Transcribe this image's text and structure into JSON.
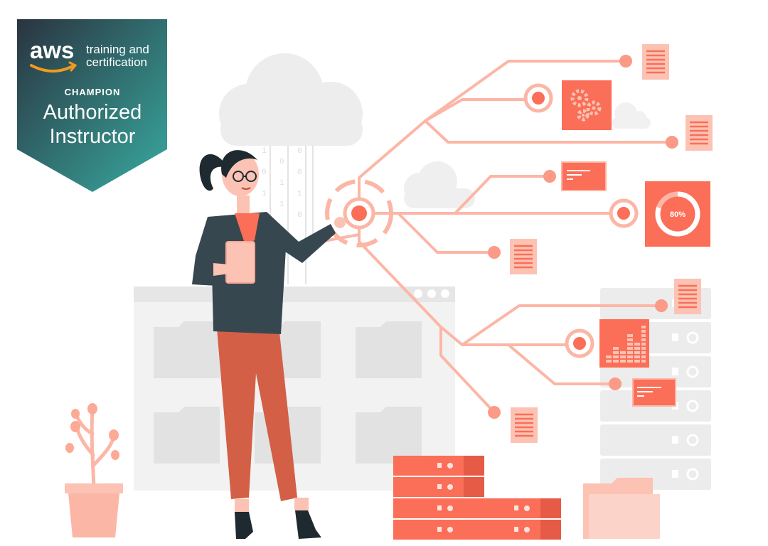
{
  "badge": {
    "brand": "aws",
    "tagline_1": "training and",
    "tagline_2": "certification",
    "level": "CHAMPION",
    "title_1": "Authorized",
    "title_2": "Instructor",
    "colors": {
      "top": "#2a3440",
      "bottom": "#38aaa0",
      "smile": "#f29a20"
    }
  },
  "illustration": {
    "gauge_label": "80%",
    "gauge_value": 0.8,
    "binary_rain": [
      "1",
      "0",
      "1",
      "0",
      "1",
      "1",
      "0",
      "0",
      "1",
      "0"
    ],
    "colors": {
      "accent": "#fb7560",
      "accent_light": "#fcb6a6",
      "gray": "#ebebeb",
      "dark": "#37474f"
    }
  }
}
